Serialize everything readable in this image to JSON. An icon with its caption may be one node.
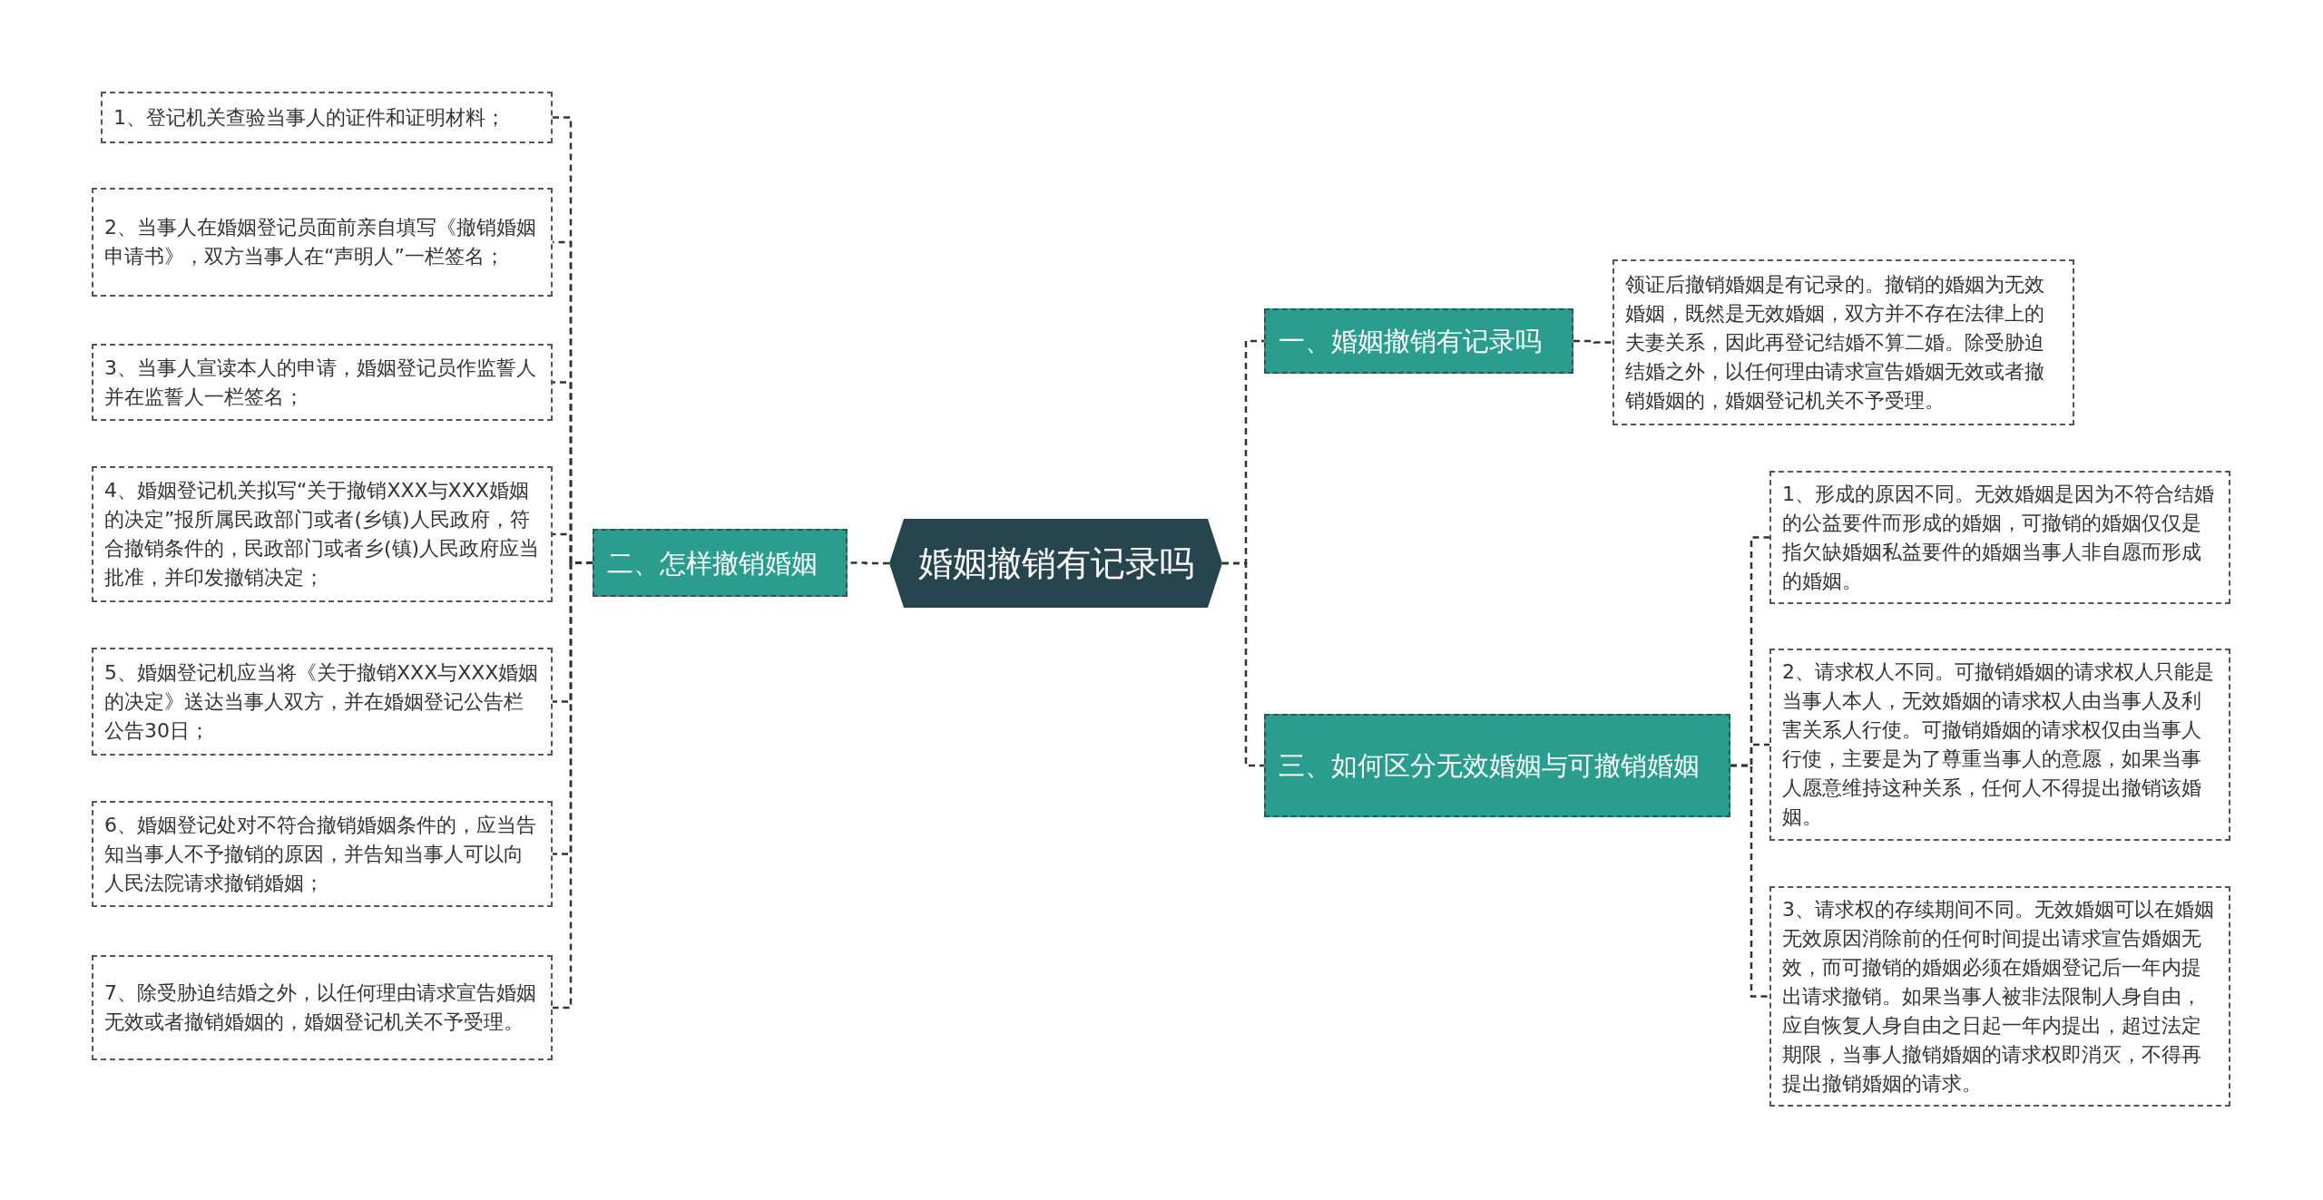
{
  "diagram": {
    "nodes": [
      {
        "text": [
          "婚姻撤销有记录吗"
        ]
      },
      {
        "text": [
          "一、婚姻撤销有记录吗"
        ]
      },
      {
        "text": [
          "领证后撤销婚姻是有记录的。撤销的婚姻为无效婚姻，既然是无效婚姻，双方并不存在法律上的夫妻关系，因此再登记结婚不算二婚。除受胁迫结婚之外，以任何理由请求宣告婚姻无效或者撤销婚姻的，婚姻登记机关不予受理。"
        ]
      },
      {
        "text": [
          "三、如何区分无效婚姻与可撤销婚姻"
        ]
      },
      {
        "text": [
          "1、形成的原因不同。无效婚姻是因为不符合结婚的公益要件而形成的婚姻，可撤销的婚姻仅仅是指欠缺婚姻私益要件的婚姻当事人非自愿而形成的婚姻。"
        ]
      },
      {
        "text": [
          "2、请求权人不同。可撤销婚姻的请求权人只能是当事人本人，无效婚姻的请求权人由当事人及利害关系人行使。可撤销婚姻的请求权仅由当事人行使，主要是为了尊重当事人的意愿，如果当事人愿意维持这种关系，任何人不得提出撤销该婚姻。"
        ]
      },
      {
        "text": [
          "3、请求权的存续期间不同。无效婚姻可以在婚姻无效原因消除前的任何时间提出请求宣告婚姻无效，而可撤销的婚姻必须在婚姻登记后一年内提出请求撤销。如果当事人被非法限制人身自由，应自恢复人身自由之日起一年内提出，超过法定期限，当事人撤销婚姻的请求权即消灭，不得再提出撤销婚姻的请求。"
        ]
      },
      {
        "text": [
          "二、怎样撤销婚姻"
        ]
      },
      {
        "text": [
          "1、登记机关查验当事人的证件和证明材料；"
        ]
      },
      {
        "text": [
          "2、当事人在婚姻登记员面前亲自填写《撤销婚姻申请书》，双方当事人在“声明人”一栏签名；"
        ]
      },
      {
        "text": [
          "3、当事人宣读本人的申请，婚姻登记员作监誓人并在监誓人一栏签名；"
        ]
      },
      {
        "text": [
          "4、婚姻登记机关拟写“关于撤销XXX与XXX婚姻的决定”报所属民政部门或者(乡镇)人民政府，符合撤销条件的，民政部门或者乡(镇)人民政府应当批准，并印发撤销决定；"
        ]
      },
      {
        "text": [
          "5、婚姻登记机应当将《关于撤销XXX与XXX婚姻的决定》送达当事人双方，并在婚姻登记公告栏公告30日；"
        ]
      },
      {
        "text": [
          "6、婚姻登记处对不符合撤销婚姻条件的，应当告知当事人不予撤销的原因，并告知当事人可以向人民法院请求撤销婚姻；"
        ]
      },
      {
        "text": [
          "7、除受胁迫结婚之外，以任何理由请求宣告婚姻无效或者撤销婚姻的，婚姻登记机关不予受理。"
        ]
      }
    ],
    "edges": [
      {
        "from": 0,
        "to": 1,
        "arrow": "none"
      },
      {
        "from": 1,
        "to": 2,
        "arrow": "none"
      },
      {
        "from": 0,
        "to": 3,
        "arrow": "none"
      },
      {
        "from": 3,
        "to": 4,
        "arrow": "none"
      },
      {
        "from": 3,
        "to": 5,
        "arrow": "none"
      },
      {
        "from": 3,
        "to": 6,
        "arrow": "none"
      },
      {
        "from": 0,
        "to": 7,
        "arrow": "none"
      },
      {
        "from": 7,
        "to": 8,
        "arrow": "none"
      },
      {
        "from": 7,
        "to": 9,
        "arrow": "none"
      },
      {
        "from": 7,
        "to": 10,
        "arrow": "none"
      },
      {
        "from": 7,
        "to": 11,
        "arrow": "none"
      },
      {
        "from": 7,
        "to": 12,
        "arrow": "none"
      },
      {
        "from": 7,
        "to": 13,
        "arrow": "none"
      },
      {
        "from": 7,
        "to": 14,
        "arrow": "none"
      }
    ]
  }
}
